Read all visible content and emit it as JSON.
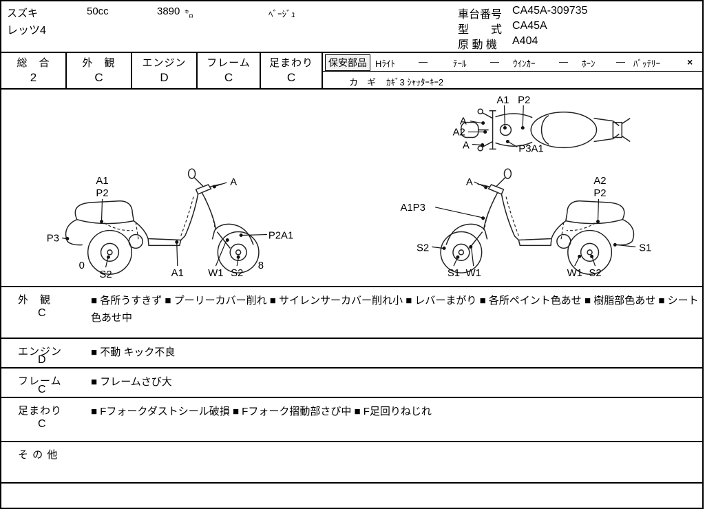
{
  "header": {
    "maker": "スズキ",
    "displacement": "50cc",
    "mileage": "3890",
    "mileage_unit": "㌔",
    "color": "ﾍﾞｰｼﾞｭ",
    "model_name": "レッツ4",
    "chassis_label": "車台番号",
    "chassis_no": "CA45A-309735",
    "model_code_label": "型　　式",
    "model_code": "CA45A",
    "engine_label": "原 動 機",
    "engine_code": "A404"
  },
  "grades": [
    {
      "label": "総　合",
      "value": "2"
    },
    {
      "label": "外　観",
      "value": "C"
    },
    {
      "label": "エンジン",
      "value": "D"
    },
    {
      "label": "フレーム",
      "value": "C"
    },
    {
      "label": "足まわり",
      "value": "C"
    }
  ],
  "safety": {
    "title": "保安部品",
    "items": [
      {
        "label": "Hﾗｲﾄ",
        "value": "—"
      },
      {
        "label": "ﾃｰﾙ",
        "value": "—"
      },
      {
        "label": "ｳｲﾝｶｰ",
        "value": "—"
      },
      {
        "label": "ﾎｰﾝ",
        "value": "—"
      },
      {
        "label": "ﾊﾞｯﾃﾘｰ",
        "value": "×"
      }
    ],
    "key_label": "カ　ギ",
    "key_value": "ｶｷﾞ3 ｼｬｯﾀｰｷｰ2"
  },
  "diagram": {
    "top": [
      "A1",
      "P2",
      "A",
      "A2",
      "A",
      "P3A1"
    ],
    "left": [
      "A1",
      "P2",
      "A",
      "P3",
      "0",
      "S2",
      "A1",
      "W1",
      "S2",
      "8",
      "P2A1"
    ],
    "right": [
      "A",
      "A2",
      "P2",
      "A1P3",
      "S2",
      "S1",
      "S1",
      "W1",
      "W1",
      "S2"
    ]
  },
  "notes": [
    {
      "label": "外　観",
      "grade": "C",
      "text": "■ 各所うすきず ■ プーリーカバー削れ ■ サイレンサーカバー削れ小 ■ レバーまがり ■ 各所ペイント色あせ ■ 樹脂部色あせ ■ シート色あせ中"
    },
    {
      "label": "エンジン",
      "grade": "D",
      "text": "■ 不動 キック不良"
    },
    {
      "label": "フレーム",
      "grade": "C",
      "text": "■ フレームさび大"
    },
    {
      "label": "足まわり",
      "grade": "C",
      "text": "■ Fフォークダストシール破損 ■ Fフォーク摺動部さび中 ■ F足回りねじれ"
    },
    {
      "label": "そ の 他",
      "grade": "",
      "text": ""
    }
  ]
}
